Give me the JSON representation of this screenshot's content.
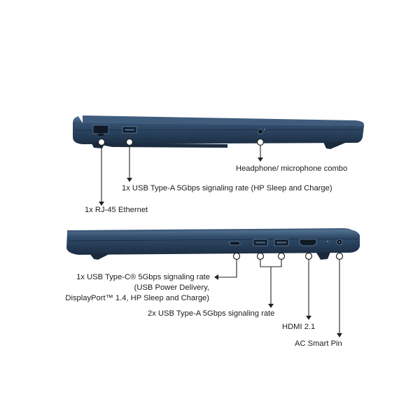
{
  "colors": {
    "laptop_body": "#2c4866",
    "laptop_dark": "#1a2c42",
    "laptop_light": "#4d6a8a",
    "line": "#222222",
    "text": "#1b1b1b"
  },
  "left_side": {
    "ports": {
      "rj45": {
        "label": "1x RJ-45 Ethernet",
        "icon": "ethernet-port-icon"
      },
      "usb_a": {
        "label": "1x USB Type-A 5Gbps signaling rate (HP Sleep and Charge)",
        "icon": "usb-a-port-icon"
      },
      "audio": {
        "label": "Headphone/ microphone combo",
        "icon": "headphone-jack-icon"
      }
    }
  },
  "right_side": {
    "ports": {
      "usb_c": {
        "line1": "1x USB Type-C® 5Gbps signaling rate",
        "line2": "(USB Power Delivery,",
        "line3": "DisplayPort™ 1.4, HP Sleep and Charge)",
        "icon": "usb-c-port-icon"
      },
      "usb_a_x2": {
        "label": "2x USB Type-A 5Gbps signaling rate",
        "icon": "usb-a-port-icon"
      },
      "hdmi": {
        "label": "HDMI 2.1",
        "icon": "hdmi-port-icon"
      },
      "ac_pin": {
        "label": "AC Smart Pin",
        "icon": "power-port-icon"
      }
    }
  }
}
